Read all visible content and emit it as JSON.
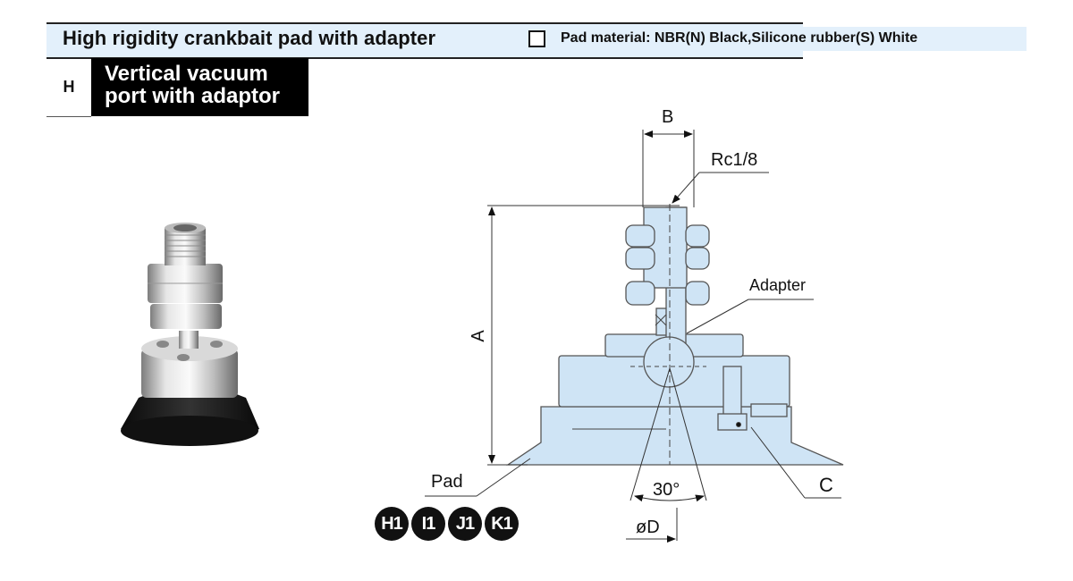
{
  "header": {
    "title": "High rigidity crankbait pad with adapter",
    "checkbox_checked": false,
    "material_note": "Pad material: NBR(N) Black,Silicone rubber(S) White"
  },
  "type_section": {
    "code": "H",
    "name_line1": "Vertical vacuum",
    "name_line2": "port with adaptor"
  },
  "product_photo": {
    "icon": "vacuum-pad-with-adapter-photo",
    "pad_color": "#151515",
    "metal_color": "#c8c8c8"
  },
  "drawing": {
    "fill_color": "#cfe4f5",
    "stroke_color": "#555555",
    "labels": {
      "dim_a": "A",
      "dim_b": "B",
      "thread": "Rc1/8",
      "adapter": "Adapter",
      "pad": "Pad",
      "angle": "30°",
      "dim_c": "C",
      "dim_d": "øD"
    }
  },
  "badges": [
    "H1",
    "I1",
    "J1",
    "K1"
  ]
}
